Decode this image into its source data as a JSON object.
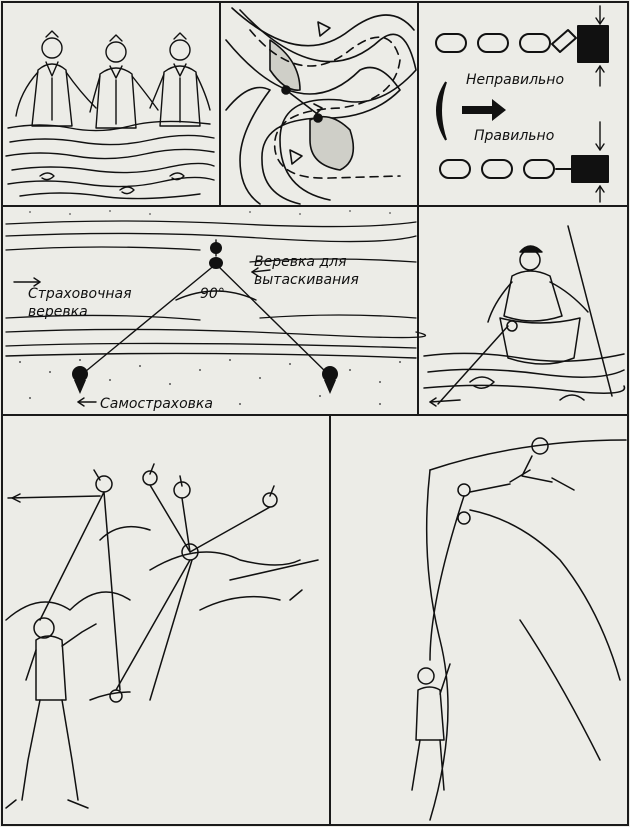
{
  "panel_knots": {
    "label_wrong": "Неправильно",
    "label_right": "Правильно"
  },
  "panel_crossing": {
    "label_safety_rope": [
      "Страховочная",
      "веревка"
    ],
    "label_pull_rope": [
      "Веревка для",
      "вытаскивания"
    ],
    "label_angle": "90°",
    "label_self_belay": "Самостраховка"
  },
  "colors": {
    "ink": "#111111",
    "paper": "#ecece7",
    "frame": "#1a1a1a"
  }
}
